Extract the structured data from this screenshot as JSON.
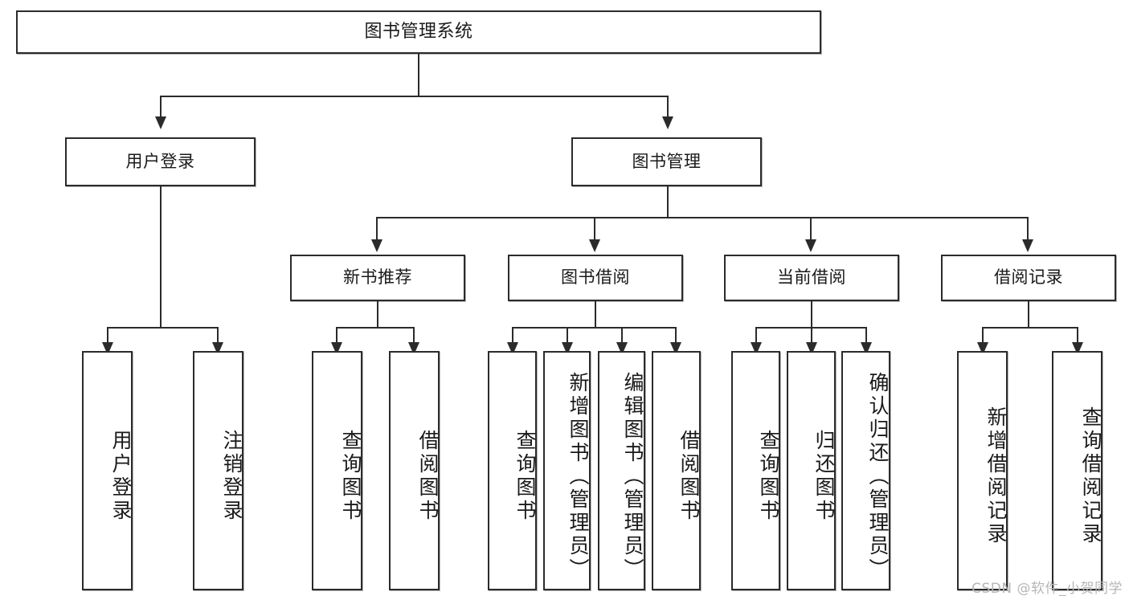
{
  "diagram": {
    "title": "图书管理系统",
    "watermark": "CSDN @软件_小贺同学",
    "root": {
      "label": "图书管理系统"
    },
    "level1": [
      {
        "label": "用户登录"
      },
      {
        "label": "图书管理"
      }
    ],
    "level2": [
      {
        "label": "新书推荐"
      },
      {
        "label": "图书借阅"
      },
      {
        "label": "当前借阅"
      },
      {
        "label": "借阅记录"
      }
    ],
    "leaves": [
      {
        "label": "用户登录",
        "parent": "用户登录"
      },
      {
        "label": "注销登录",
        "parent": "用户登录"
      },
      {
        "label": "查询图书",
        "parent": "新书推荐"
      },
      {
        "label": "借阅图书",
        "parent": "新书推荐"
      },
      {
        "label": "查询图书",
        "parent": "图书借阅"
      },
      {
        "label": "新增图书（管理员）",
        "parent": "图书借阅"
      },
      {
        "label": "编辑图书（管理员）",
        "parent": "图书借阅"
      },
      {
        "label": "借阅图书",
        "parent": "图书借阅"
      },
      {
        "label": "查询图书",
        "parent": "当前借阅"
      },
      {
        "label": "归还图书",
        "parent": "当前借阅"
      },
      {
        "label": "确认归还（管理员）",
        "parent": "当前借阅"
      },
      {
        "label": "新增借阅记录",
        "parent": "借阅记录"
      },
      {
        "label": "查询借阅记录",
        "parent": "借阅记录"
      }
    ],
    "colors": {
      "stroke": "#2b2b2b",
      "fill": "#ffffff",
      "text": "#1a1a1a",
      "watermark": "#b6b6b6"
    }
  }
}
